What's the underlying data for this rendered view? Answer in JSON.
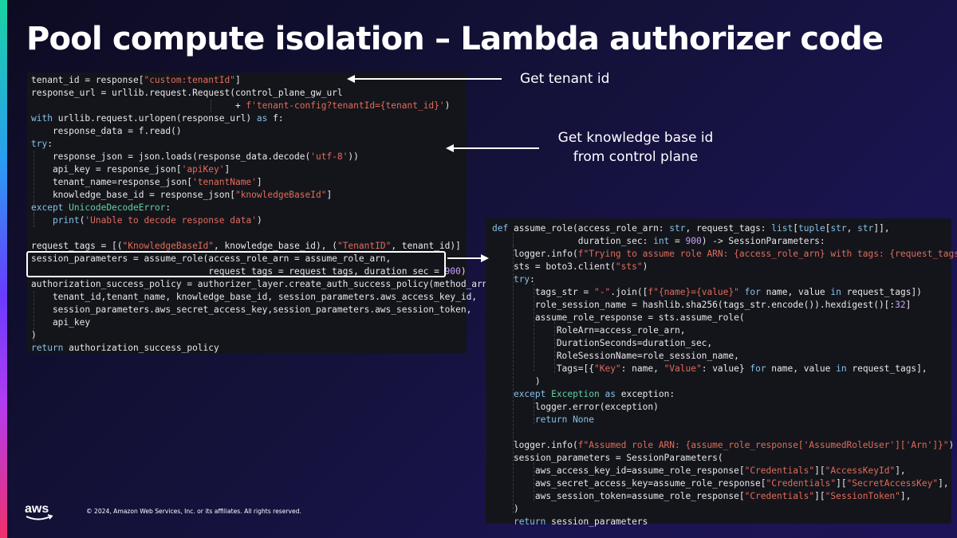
{
  "slide": {
    "title": "Pool compute isolation – Lambda authorizer code",
    "copyright": "© 2024, Amazon Web Services, Inc. or its affiliates. All rights reserved.",
    "logo_text": "aws"
  },
  "colors": {
    "background": "#14123a",
    "code_bg": "#14151b",
    "code_text": "#e8e8e8",
    "string": "#e06c5a",
    "keyword": "#86c1e8",
    "callout": "#ffffff"
  },
  "callouts": {
    "get_tenant_id": "Get tenant id",
    "get_kb_line1": "Get knowledge base id",
    "get_kb_line2": "from control plane"
  },
  "left_code": [
    "tenant_id = response[\"custom:tenantId\"]",
    "response_url = urllib.request.Request(control_plane_gw_url",
    "                                      + f'tenant-config?tenantId={tenant_id}')",
    "with urllib.request.urlopen(response_url) as f:",
    "    response_data = f.read()",
    "try:",
    "    response_json = json.loads(response_data.decode('utf-8'))",
    "    api_key = response_json['apiKey']",
    "    tenant_name=response_json['tenantName']",
    "    knowledge_base_id = response_json[\"knowledgeBaseId\"]",
    "except UnicodeDecodeError:",
    "    print('Unable to decode response data')",
    "",
    "request_tags = [(\"KnowledgeBaseId\", knowledge_base_id), (\"TenantID\", tenant_id)]",
    "session_parameters = assume_role(access_role_arn = assume_role_arn,",
    "                                 request_tags = request_tags, duration_sec = 900)",
    "authorization_success_policy = authorizer_layer.create_auth_success_policy(method_arn,",
    "    tenant_id,tenant_name, knowledge_base_id, session_parameters.aws_access_key_id,",
    "    session_parameters.aws_secret_access_key,session_parameters.aws_session_token,",
    "    api_key",
    ")",
    "return authorization_success_policy"
  ],
  "right_code": [
    "def assume_role(access_role_arn: str, request_tags: list[tuple[str, str]],",
    "                duration_sec: int = 900) -> SessionParameters:",
    "    logger.info(f\"Trying to assume role ARN: {access_role_arn} with tags: {request_tags}\")",
    "    sts = boto3.client(\"sts\")",
    "    try:",
    "        tags_str = \"-\".join([f\"{name}={value}\" for name, value in request_tags])",
    "        role_session_name = hashlib.sha256(tags_str.encode()).hexdigest()[:32]",
    "        assume_role_response = sts.assume_role(",
    "            RoleArn=access_role_arn,",
    "            DurationSeconds=duration_sec,",
    "            RoleSessionName=role_session_name,",
    "            Tags=[{\"Key\": name, \"Value\": value} for name, value in request_tags],",
    "        )",
    "    except Exception as exception:",
    "        logger.error(exception)",
    "        return None",
    "",
    "    logger.info(f\"Assumed role ARN: {assume_role_response['AssumedRoleUser']['Arn']}\")",
    "    session_parameters = SessionParameters(",
    "        aws_access_key_id=assume_role_response[\"Credentials\"][\"AccessKeyId\"],",
    "        aws_secret_access_key=assume_role_response[\"Credentials\"][\"SecretAccessKey\"],",
    "        aws_session_token=assume_role_response[\"Credentials\"][\"SessionToken\"],",
    "    )",
    "    return session_parameters"
  ]
}
